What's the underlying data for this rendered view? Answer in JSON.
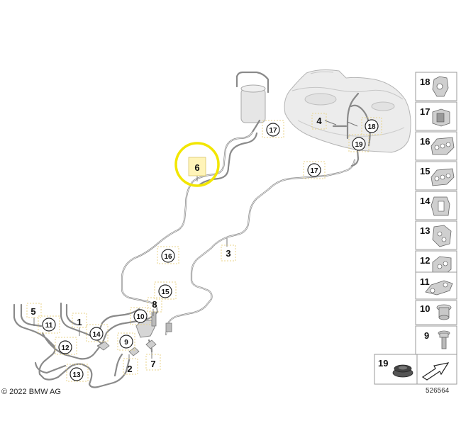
{
  "diagram": {
    "copyright": "© 2022 BMW AG",
    "reference_number": "526564",
    "highlight_color": "#f2e600",
    "label_bg_color": "#fff4b8",
    "line_color": "#8a8a8a",
    "main_labels": {
      "l1": "1",
      "l2": "2",
      "l3": "3",
      "l4": "4",
      "l5": "5",
      "l6": "6",
      "l7": "7",
      "l8": "8",
      "l9": "9",
      "l10": "10"
    },
    "circle_labels": {
      "c11": "11",
      "c12": "12",
      "c13": "13",
      "c14": "14",
      "c15": "15",
      "c16": "16",
      "c17a": "17",
      "c17b": "17",
      "c18": "18",
      "c19": "19"
    },
    "legend": {
      "items": [
        {
          "label": "18",
          "icon": "double-clip-icon"
        },
        {
          "label": "17",
          "icon": "pipe-clip-icon"
        },
        {
          "label": "16",
          "icon": "triple-clip-icon"
        },
        {
          "label": "15",
          "icon": "triple-clip-icon"
        },
        {
          "label": "14",
          "icon": "pipe-holder-icon"
        },
        {
          "label": "13",
          "icon": "double-clip-icon"
        },
        {
          "label": "12",
          "icon": "double-clip-icon"
        },
        {
          "label": "11",
          "icon": "bracket-clip-icon"
        },
        {
          "label": "10",
          "icon": "grommet-icon"
        },
        {
          "label": "9",
          "icon": "bolt-icon"
        }
      ],
      "bottom_item": {
        "label": "19",
        "icon": "rubber-grommet-icon"
      },
      "arrow_icon": "direction-arrow-icon"
    }
  }
}
